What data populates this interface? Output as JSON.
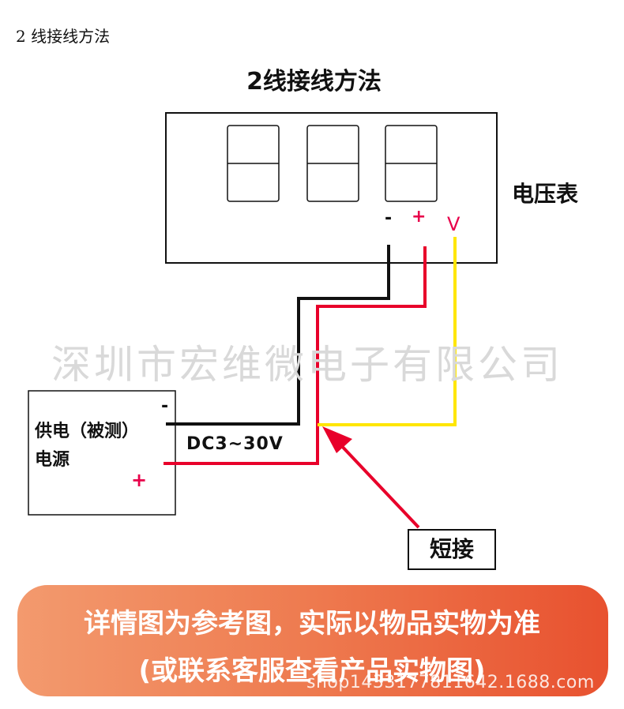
{
  "page_heading": "2 线接线方法",
  "diagram": {
    "title": "2线接线方法",
    "meter_label": "电压表",
    "terminals": {
      "negative": "-",
      "positive": "+",
      "voltage": "V"
    },
    "power_supply": {
      "label_line1": "供电（被测）",
      "label_line2": "电源",
      "negative": "-",
      "positive": "+"
    },
    "voltage_range": "DC3~30V",
    "short_label": "短接",
    "watermark": "深圳市宏维微电子有限公司",
    "wire_colors": {
      "black": "#111111",
      "red": "#e8002a",
      "yellow": "#ffe600"
    }
  },
  "banner": {
    "line1": "详情图为参考图，实际以物品实物为准",
    "line2": "(或联系客服查看产品实物图)",
    "shop_watermark": "shop1433177811642.1688.com"
  }
}
